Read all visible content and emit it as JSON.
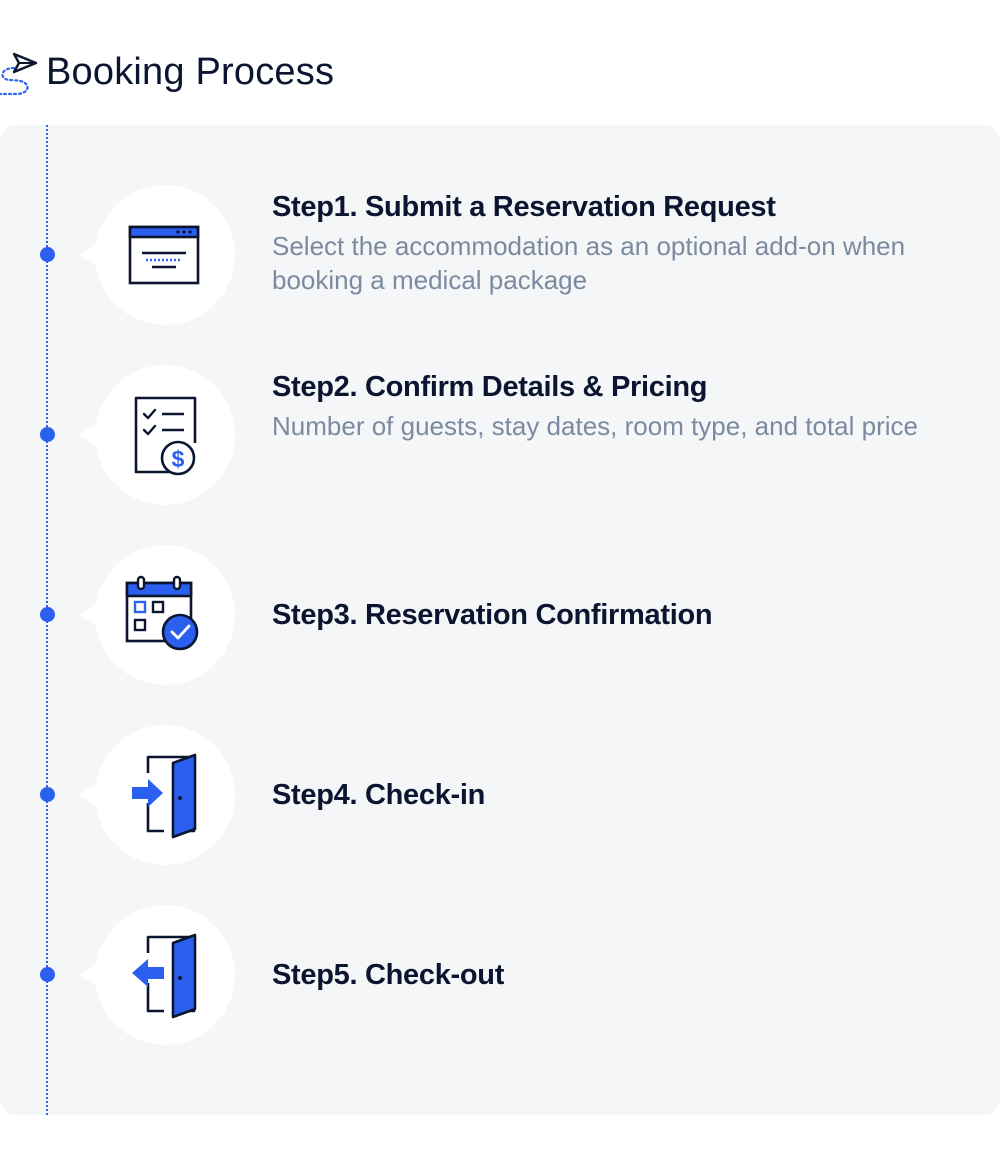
{
  "header": {
    "title": "Booking Process",
    "icon": "paper-plane-route-icon"
  },
  "colors": {
    "accent": "#2a5ff0",
    "title_text": "#0b1530",
    "desc_text": "#7c8aa0",
    "panel_bg": "#f5f6f8"
  },
  "steps": [
    {
      "title": "Step1. Submit a Reservation Request",
      "description": "Select the accommodation as an optional add-on when booking a medical package",
      "icon": "browser-window-icon"
    },
    {
      "title": "Step2. Confirm Details & Pricing",
      "description": "Number of guests, stay dates, room type, and total price",
      "icon": "checklist-price-icon"
    },
    {
      "title": "Step3. Reservation Confirmation",
      "description": "",
      "icon": "calendar-check-icon"
    },
    {
      "title": "Step4. Check-in",
      "description": "",
      "icon": "door-enter-icon"
    },
    {
      "title": "Step5. Check-out",
      "description": "",
      "icon": "door-exit-icon"
    }
  ]
}
